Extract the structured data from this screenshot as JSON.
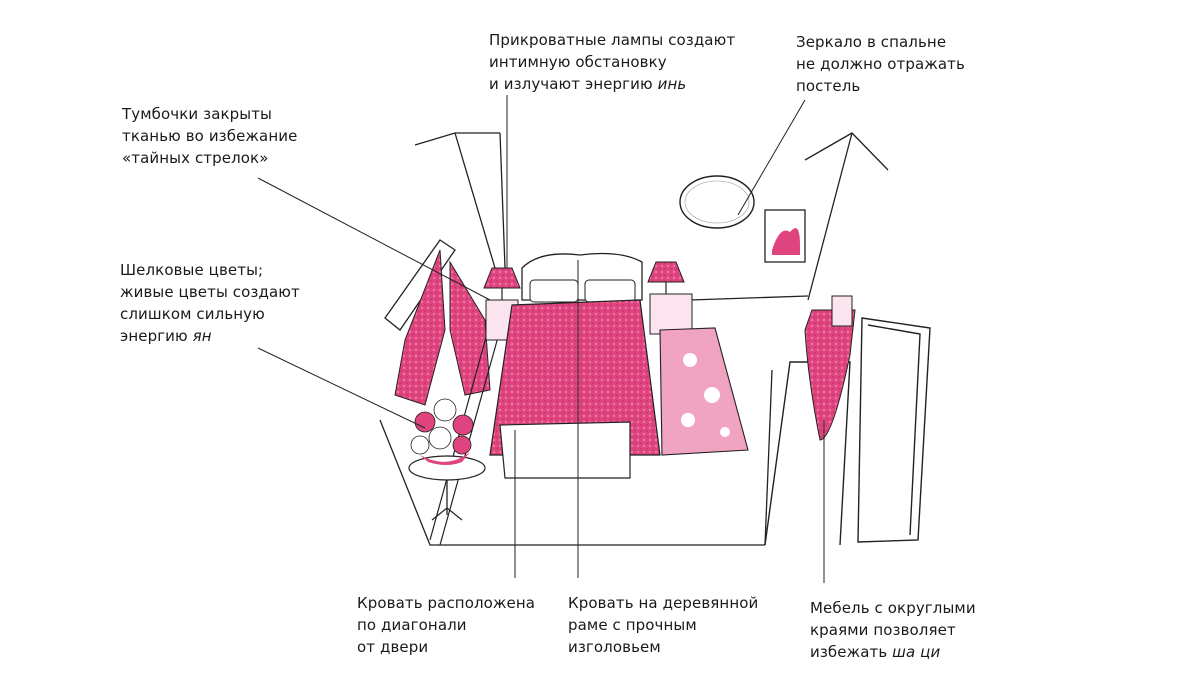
{
  "callouts": {
    "lamps": {
      "lines": [
        "Прикроватные лампы создают",
        "интимную обстановку",
        "и излучают энергию "
      ],
      "emphasis": "инь"
    },
    "mirror": {
      "lines": [
        "Зеркало в спальне",
        "не должно отражать",
        "постель"
      ]
    },
    "nightstands": {
      "lines": [
        "Тумбочки закрыты",
        "тканью во избежание",
        "«тайных стрелок»"
      ]
    },
    "flowers": {
      "lines": [
        "Шелковые цветы;",
        "живые цветы создают",
        "слишком сильную",
        "энергию "
      ],
      "emphasis": "ян"
    },
    "bed_diagonal": {
      "lines": [
        "Кровать расположена",
        "по диагонали",
        "от двери"
      ]
    },
    "bed_frame": {
      "lines": [
        "Кровать на деревянной",
        "раме с прочным",
        "изголовьем"
      ]
    },
    "furniture": {
      "lines": [
        "Мебель с округлыми",
        "краями позволяет",
        "избежать "
      ],
      "emphasis": "ша ци"
    }
  },
  "colors": {
    "pink": "#e0447f",
    "pink_light": "#f1a3c2",
    "pink_pale": "#fbe4ee",
    "line": "#222222"
  }
}
